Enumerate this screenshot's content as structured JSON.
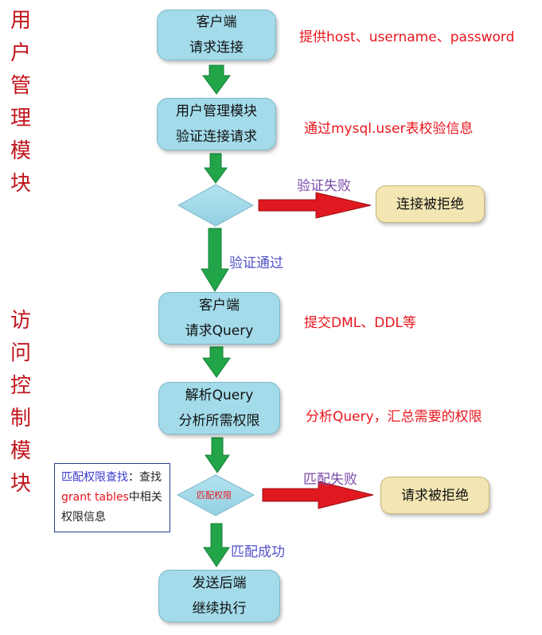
{
  "side_labels": {
    "user_module": "用户管理模块",
    "access_module": "访问控制模块"
  },
  "boxes": {
    "client_connect": [
      "客户端",
      "请求连接"
    ],
    "user_mgmt": [
      "用户管理模块",
      "验证连接请求"
    ],
    "conn_rejected": "连接被拒绝",
    "client_query": [
      "客户端",
      "请求Query"
    ],
    "parse_query": [
      "解析Query",
      "分析所需权限"
    ],
    "req_rejected": "请求被拒绝",
    "send_backend": [
      "发送后端",
      "继续执行"
    ]
  },
  "notes": {
    "provide": "提供host、username、password",
    "verify": "通过mysql.user表校验信息",
    "submit": "提交DML、DDL等",
    "analyze": "分析Query，汇总需要的权限"
  },
  "edge_labels": {
    "verify_fail": "验证失败",
    "verify_pass": "验证通过",
    "match_fail": "匹配失败",
    "match_success": "匹配成功"
  },
  "diamond2_text": "匹配权限",
  "info_box": {
    "part1": "匹配权限查找",
    "part2": "：查找",
    "part3": "grant tables",
    "part4": "中相关权限信息"
  },
  "colors": {
    "box_blue": "#a3dbea",
    "box_tan": "#f3e6b3",
    "green_arrow": "#22a548",
    "red_arrow": "#e01820",
    "note_red": "#e8151d",
    "side_red": "#c0141b"
  }
}
